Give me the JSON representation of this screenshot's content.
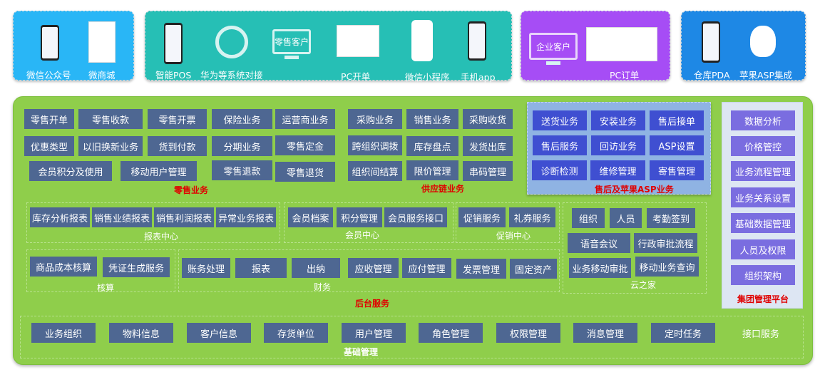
{
  "top_panels": {
    "wechat": {
      "items": [
        "微信公众号",
        "微商城"
      ],
      "color": "#29b6f6"
    },
    "retail": {
      "items": [
        "智能POS",
        "华为等系统对接",
        "PC开单",
        "微信小程序",
        "手机app"
      ],
      "monitor_label": "零售客户",
      "color": "#26bfb5"
    },
    "enterprise": {
      "items": [
        "PC订单"
      ],
      "monitor_label": "企业客户",
      "color": "#a64df5"
    },
    "warehouse": {
      "items": [
        "仓库PDA",
        "苹果ASP集成"
      ],
      "color": "#1e88e5"
    }
  },
  "retail_business": {
    "title": "零售业务",
    "items": [
      "零售开单",
      "零售收款",
      "零售开票",
      "保险业务",
      "运营商业务",
      "优惠类型",
      "以旧换新业务",
      "货到付款",
      "分期业务",
      "零售定金",
      "会员积分及使用",
      "移动用户管理",
      "零售退款",
      "零售退货"
    ]
  },
  "supply_chain": {
    "title": "供应链业务",
    "items": [
      "采购业务",
      "销售业务",
      "采购收货",
      "跨组织调拨",
      "库存盘点",
      "发货出库",
      "组织间结算",
      "限价管理",
      "串码管理"
    ]
  },
  "after_sales": {
    "title": "售后及苹果ASP业务",
    "items": [
      "送货业务",
      "安装业务",
      "售后接单",
      "售后服务",
      "回访业务",
      "ASP设置",
      "诊断检测",
      "维修管理",
      "寄售管理"
    ]
  },
  "group_platform": {
    "title": "集团管理平台",
    "items": [
      "数据分析",
      "价格管控",
      "业务流程管理",
      "业务关系设置",
      "基础数据管理",
      "人员及权限",
      "组织架构"
    ]
  },
  "backend": {
    "title": "后台服务",
    "report_center": {
      "title": "报表中心",
      "items": [
        "库存分析报表",
        "销售业绩报表",
        "销售利润报表",
        "异常业务报表"
      ]
    },
    "member_center": {
      "title": "会员中心",
      "items": [
        "会员档案",
        "积分管理",
        "会员服务接口"
      ]
    },
    "promo_center": {
      "title": "促销中心",
      "items": [
        "促销服务",
        "礼券服务"
      ]
    },
    "accounting": {
      "title": "核算",
      "items": [
        "商品成本核算",
        "凭证生成服务"
      ]
    },
    "finance": {
      "title": "财务",
      "items": [
        "账务处理",
        "报表",
        "出纳",
        "应收管理",
        "应付管理",
        "发票管理",
        "固定资产"
      ]
    },
    "yunzhijia": {
      "title": "云之家",
      "items": [
        "组织",
        "人员",
        "考勤签到",
        "语音会议",
        "行政审批流程",
        "业务移动审批",
        "移动业务查询"
      ]
    }
  },
  "base": {
    "title": "基础管理",
    "items": [
      "业务组织",
      "物料信息",
      "客户信息",
      "存货单位",
      "用户管理",
      "角色管理",
      "权限管理",
      "消息管理",
      "定时任务",
      "接口服务"
    ]
  }
}
